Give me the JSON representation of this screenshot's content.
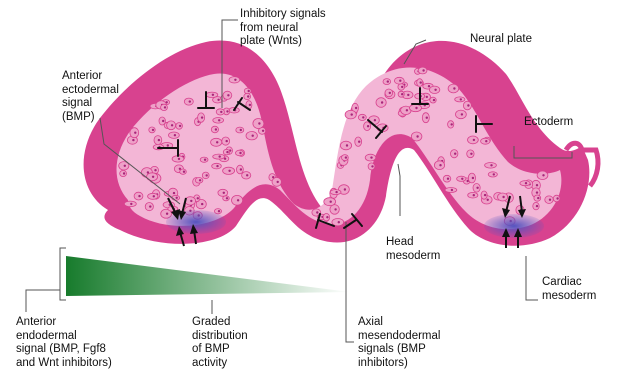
{
  "colors": {
    "tissue_dark": "#d8428f",
    "tissue_light": "#f3b6d6",
    "cell_fill": "#eea1c8",
    "nucleus": "#a8257a",
    "cardiac": "#5553bf",
    "gradient_start": "#177b2c",
    "gradient_end": "#ffffff",
    "leader_line": "#555555",
    "signal_mark": "#111111"
  },
  "icons": [
    "inhibitor-tbar-icon",
    "signal-arrow-icon"
  ],
  "labels": {
    "inhibitory_signals": [
      "Inhibitory signals",
      "from neural",
      "plate (Wnts)"
    ],
    "neural_plate": [
      "Neural plate"
    ],
    "anterior_ectodermal": [
      "Anterior",
      "ectodermal",
      "signal",
      "(BMP)"
    ],
    "ectoderm": [
      "Ectoderm"
    ],
    "head_mesoderm": [
      "Head",
      "mesoderm"
    ],
    "cardiac_mesoderm": [
      "Cardiac",
      "mesoderm"
    ],
    "anterior_endodermal": [
      "Anterior",
      "endodermal",
      "signal (BMP, Fgf8",
      "and Wnt inhibitors)"
    ],
    "graded_distribution": [
      "Graded",
      "distribution",
      "of BMP",
      "activity"
    ],
    "axial_mesendodermal": [
      "Axial",
      "mesendodermal",
      "signals (BMP",
      "inhibitors)"
    ]
  }
}
